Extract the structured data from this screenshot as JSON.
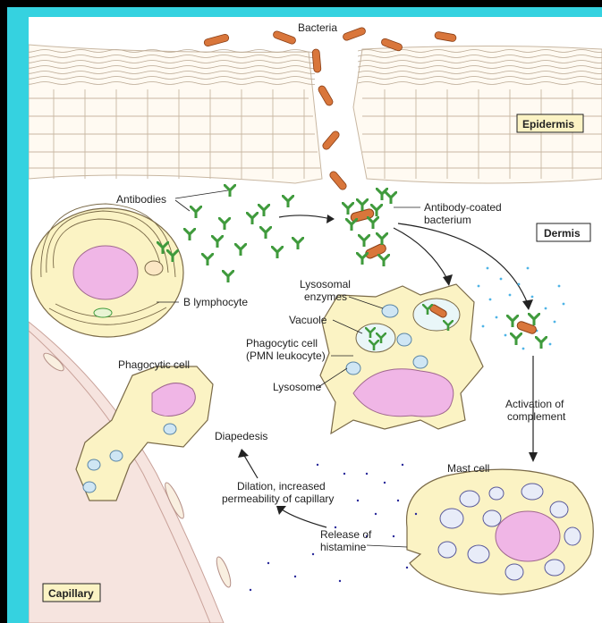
{
  "labels": {
    "bacteria": "Bacteria",
    "epidermis": "Epidermis",
    "antibodies": "Antibodies",
    "antibody_coated_1": "Antibody-coated",
    "antibody_coated_2": "bacterium",
    "dermis": "Dermis",
    "b_lymphocyte": "B lymphocyte",
    "lysosomal_1": "Lysosomal",
    "lysosomal_2": "enzymes",
    "vacuole": "Vacuole",
    "phagocytic_pmn_1": "Phagocytic cell",
    "phagocytic_pmn_2": "(PMN leukocyte)",
    "lysosome": "Lysosome",
    "phagocytic_cell": "Phagocytic cell",
    "activation_1": "Activation of",
    "activation_2": "complement",
    "diapedesis": "Diapedesis",
    "mast_cell": "Mast cell",
    "dilation_1": "Dilation, increased",
    "dilation_2": "permeability of capillary",
    "release_1": "Release of",
    "release_2": "histamine",
    "capillary": "Capillary"
  },
  "colors": {
    "frame": "#000000",
    "border": "#35d2e0",
    "bacteria": "#d9763b",
    "antibody": "#3f9a3c",
    "cell_body": "#fbf3c4",
    "nucleus": "#f0b6e6",
    "granule": "#5aa8de",
    "histamine_dot": "#2a2a9a",
    "complement_dot": "#4fb4e6",
    "capillary": "#f6e4df"
  }
}
